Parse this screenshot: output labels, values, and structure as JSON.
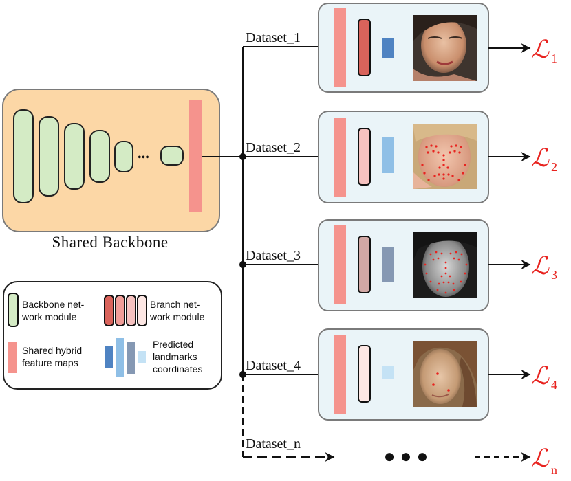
{
  "backbone": {
    "label": "Shared Backbone",
    "ellipsis": "•••",
    "fill": "#fcd7a6",
    "module_color": "#d4ebc5"
  },
  "colors": {
    "feature_map": "#f5938d",
    "branch_panel": "#eaf4f8",
    "loss": "#e8231f"
  },
  "branches": [
    {
      "dataset": "Dataset_1",
      "loss": "ℒ",
      "loss_sub": "1",
      "module_color": "#d9635b",
      "pred_color": "#4f83c2",
      "face": "face-1"
    },
    {
      "dataset": "Dataset_2",
      "loss": "ℒ",
      "loss_sub": "2",
      "module_color": "#f6c2c0",
      "pred_color": "#8fbfe6",
      "face": "face-2"
    },
    {
      "dataset": "Dataset_3",
      "loss": "ℒ",
      "loss_sub": "3",
      "module_color": "#d2a8a5",
      "pred_color": "#8598b3",
      "face": "face-3"
    },
    {
      "dataset": "Dataset_4",
      "loss": "ℒ",
      "loss_sub": "4",
      "module_color": "#fde7e4",
      "pred_color": "#c4e2f5",
      "face": "face-4"
    }
  ],
  "extra_branch": {
    "dataset": "Dataset_n",
    "dots": "● ● ●",
    "loss": "ℒ",
    "loss_sub": "n"
  },
  "legend": {
    "backbone_module": [
      "Backbone net-",
      "work module"
    ],
    "branch_module": [
      "Branch net-",
      "work module"
    ],
    "feature_maps": [
      "Shared hybrid",
      "feature maps"
    ],
    "predicted": [
      "Predicted",
      "landmarks",
      "coordinates"
    ],
    "branch_swatches": [
      "#d9635b",
      "#f09d98",
      "#f6c2c0",
      "#fde7e4"
    ],
    "pred_swatches": [
      "#4f83c2",
      "#8fbfe6",
      "#8598b3",
      "#c4e2f5"
    ]
  }
}
